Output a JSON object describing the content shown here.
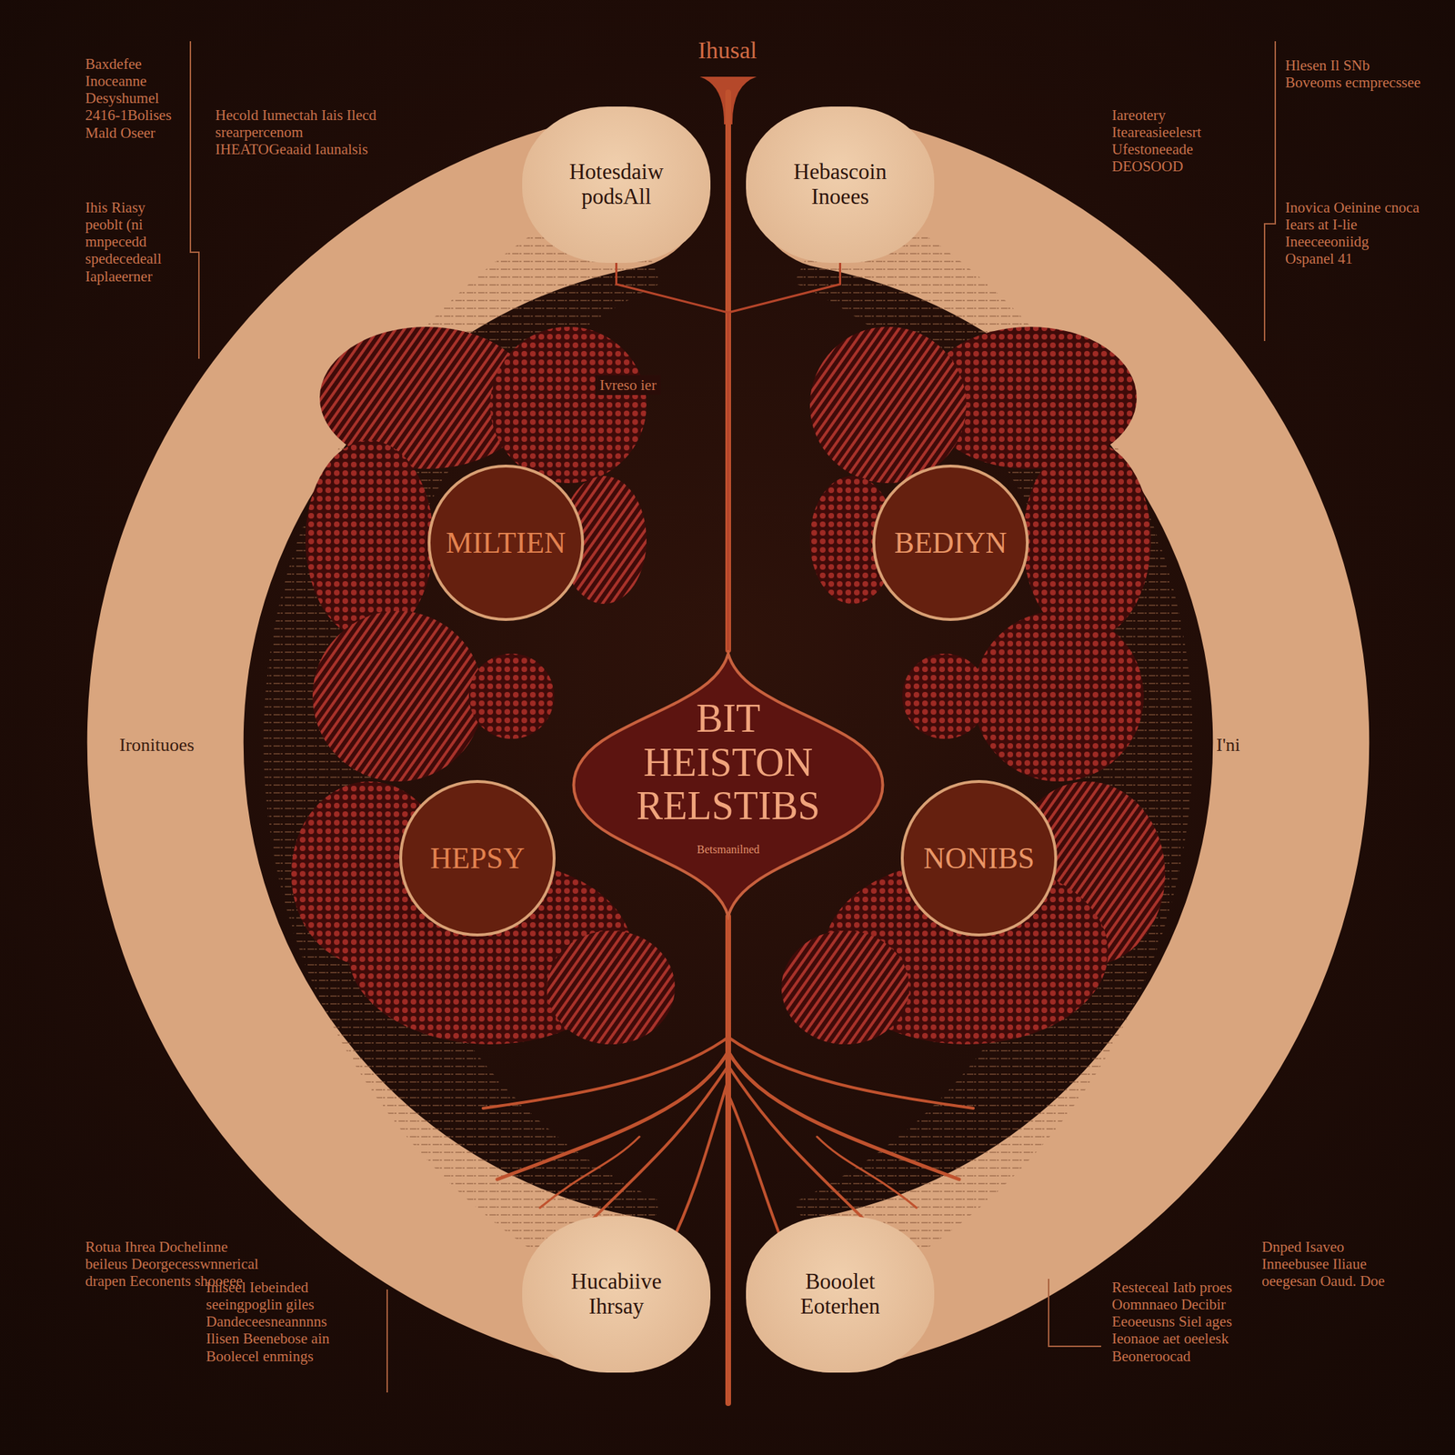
{
  "diagram": {
    "title": "Ihusal",
    "nodes": [
      {
        "text": [
          "Hotesdaiw podsAll"
        ]
      },
      {
        "text": [
          "Hebascoin Inoees"
        ]
      },
      {
        "text": [
          "MILTIEN"
        ]
      },
      {
        "text": [
          "BEDIYN"
        ]
      },
      {
        "text": [
          "BIT HEISTON RELSTIBS",
          "Betsmanilned"
        ]
      },
      {
        "text": [
          "HEPSY"
        ]
      },
      {
        "text": [
          "NONIBS"
        ]
      },
      {
        "text": [
          "Hucabiive Ihrsay"
        ]
      },
      {
        "text": [
          "Booolet Eoterhen"
        ]
      }
    ],
    "edges": [
      {
        "from": 4,
        "to": 0,
        "arrow": "none"
      },
      {
        "from": 4,
        "to": 1,
        "arrow": "none"
      }
    ],
    "labels": [
      "Baxdefee Inoceanne Desyshumel 2416-1Bolises Mald Oseer",
      "Ihis Riasy peoblt (ni mnpecedd spedecedeall Iaplaeerner",
      "Hecold Iumectah Iais Ilecd srearpercenom IHEATOGeaaid Iaunalsis",
      "Hlesen Il SNb Boveoms ecmprecssee",
      "Iareotery Iteareasieelesrt Ufestoneeade DEOSOOD",
      "Inovica Oeinine cnoca Iears at I-lie Ineeceeoniidg Ospanel 41",
      "Ivreso ier",
      "Ironituoes",
      "I'ni",
      "Rotua Ihrea Dochelinne beileus Deorgecesswnnerical drapen Eeconents shooeee",
      "Iniseel Iebeinded seeingpoglin giles Dandeceesneannnns Ilisen Beenebose ain Boolecel enmings",
      "Dnped Isaveo Inneebusee Iliaue oeegesan Oaud. Doe",
      "Resteceal Iatb proes Oomnnaeo Decibir Eeoeeusns Siel ages Ieonaoe aet oeelesk Beoneroocad"
    ]
  }
}
